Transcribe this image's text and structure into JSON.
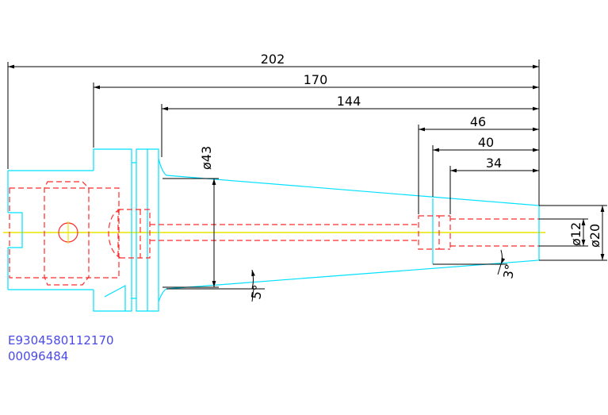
{
  "drawing": {
    "dimensions": {
      "overall_length": "202",
      "flange_length": "170",
      "taper_length": "144",
      "bore_depth": "46",
      "bore_depth_2": "40",
      "bore_depth_3": "34",
      "diameter_43": "ø43",
      "diameter_12": "ø12",
      "diameter_20": "ø20",
      "angle_5": "5°",
      "angle_3": "3°"
    },
    "part_number": "E9304580112170",
    "serial_number": "00096484",
    "colors": {
      "outline": "#00e0ff",
      "hidden": "#ff2a2a",
      "centerline": "#e6e600",
      "dimension": "#000000",
      "code_text": "#4a4ae8"
    }
  }
}
